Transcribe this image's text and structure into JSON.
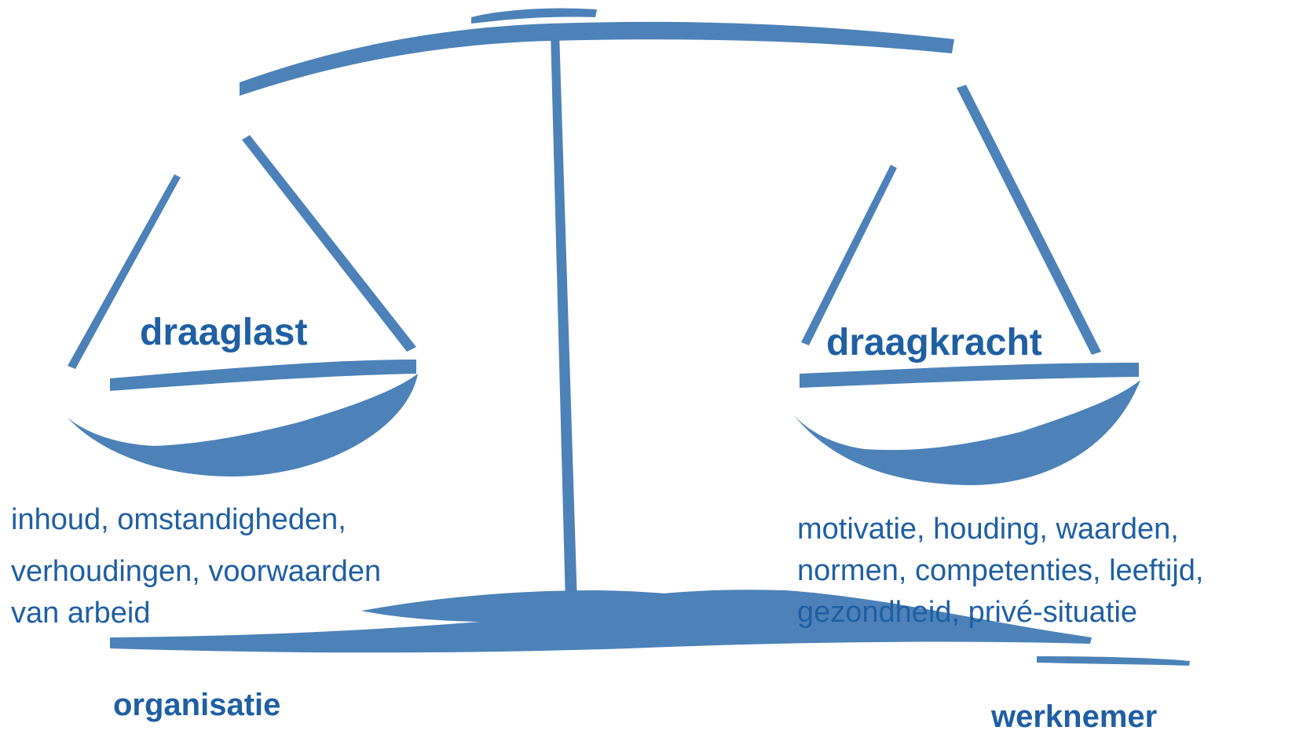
{
  "colors": {
    "scale": "#4c82b8",
    "text": "#1f5fa3"
  },
  "left": {
    "pan_title": "draaglast",
    "lines": [
      "inhoud, omstandigheden,",
      "verhoudingen, voorwaarden",
      "van arbeid"
    ],
    "party": "organisatie"
  },
  "right": {
    "pan_title": "draagkracht",
    "lines": [
      "motivatie, houding, waarden,",
      "normen, competenties, leeftijd,",
      "gezondheid, privé-situatie"
    ],
    "party": "werknemer"
  }
}
